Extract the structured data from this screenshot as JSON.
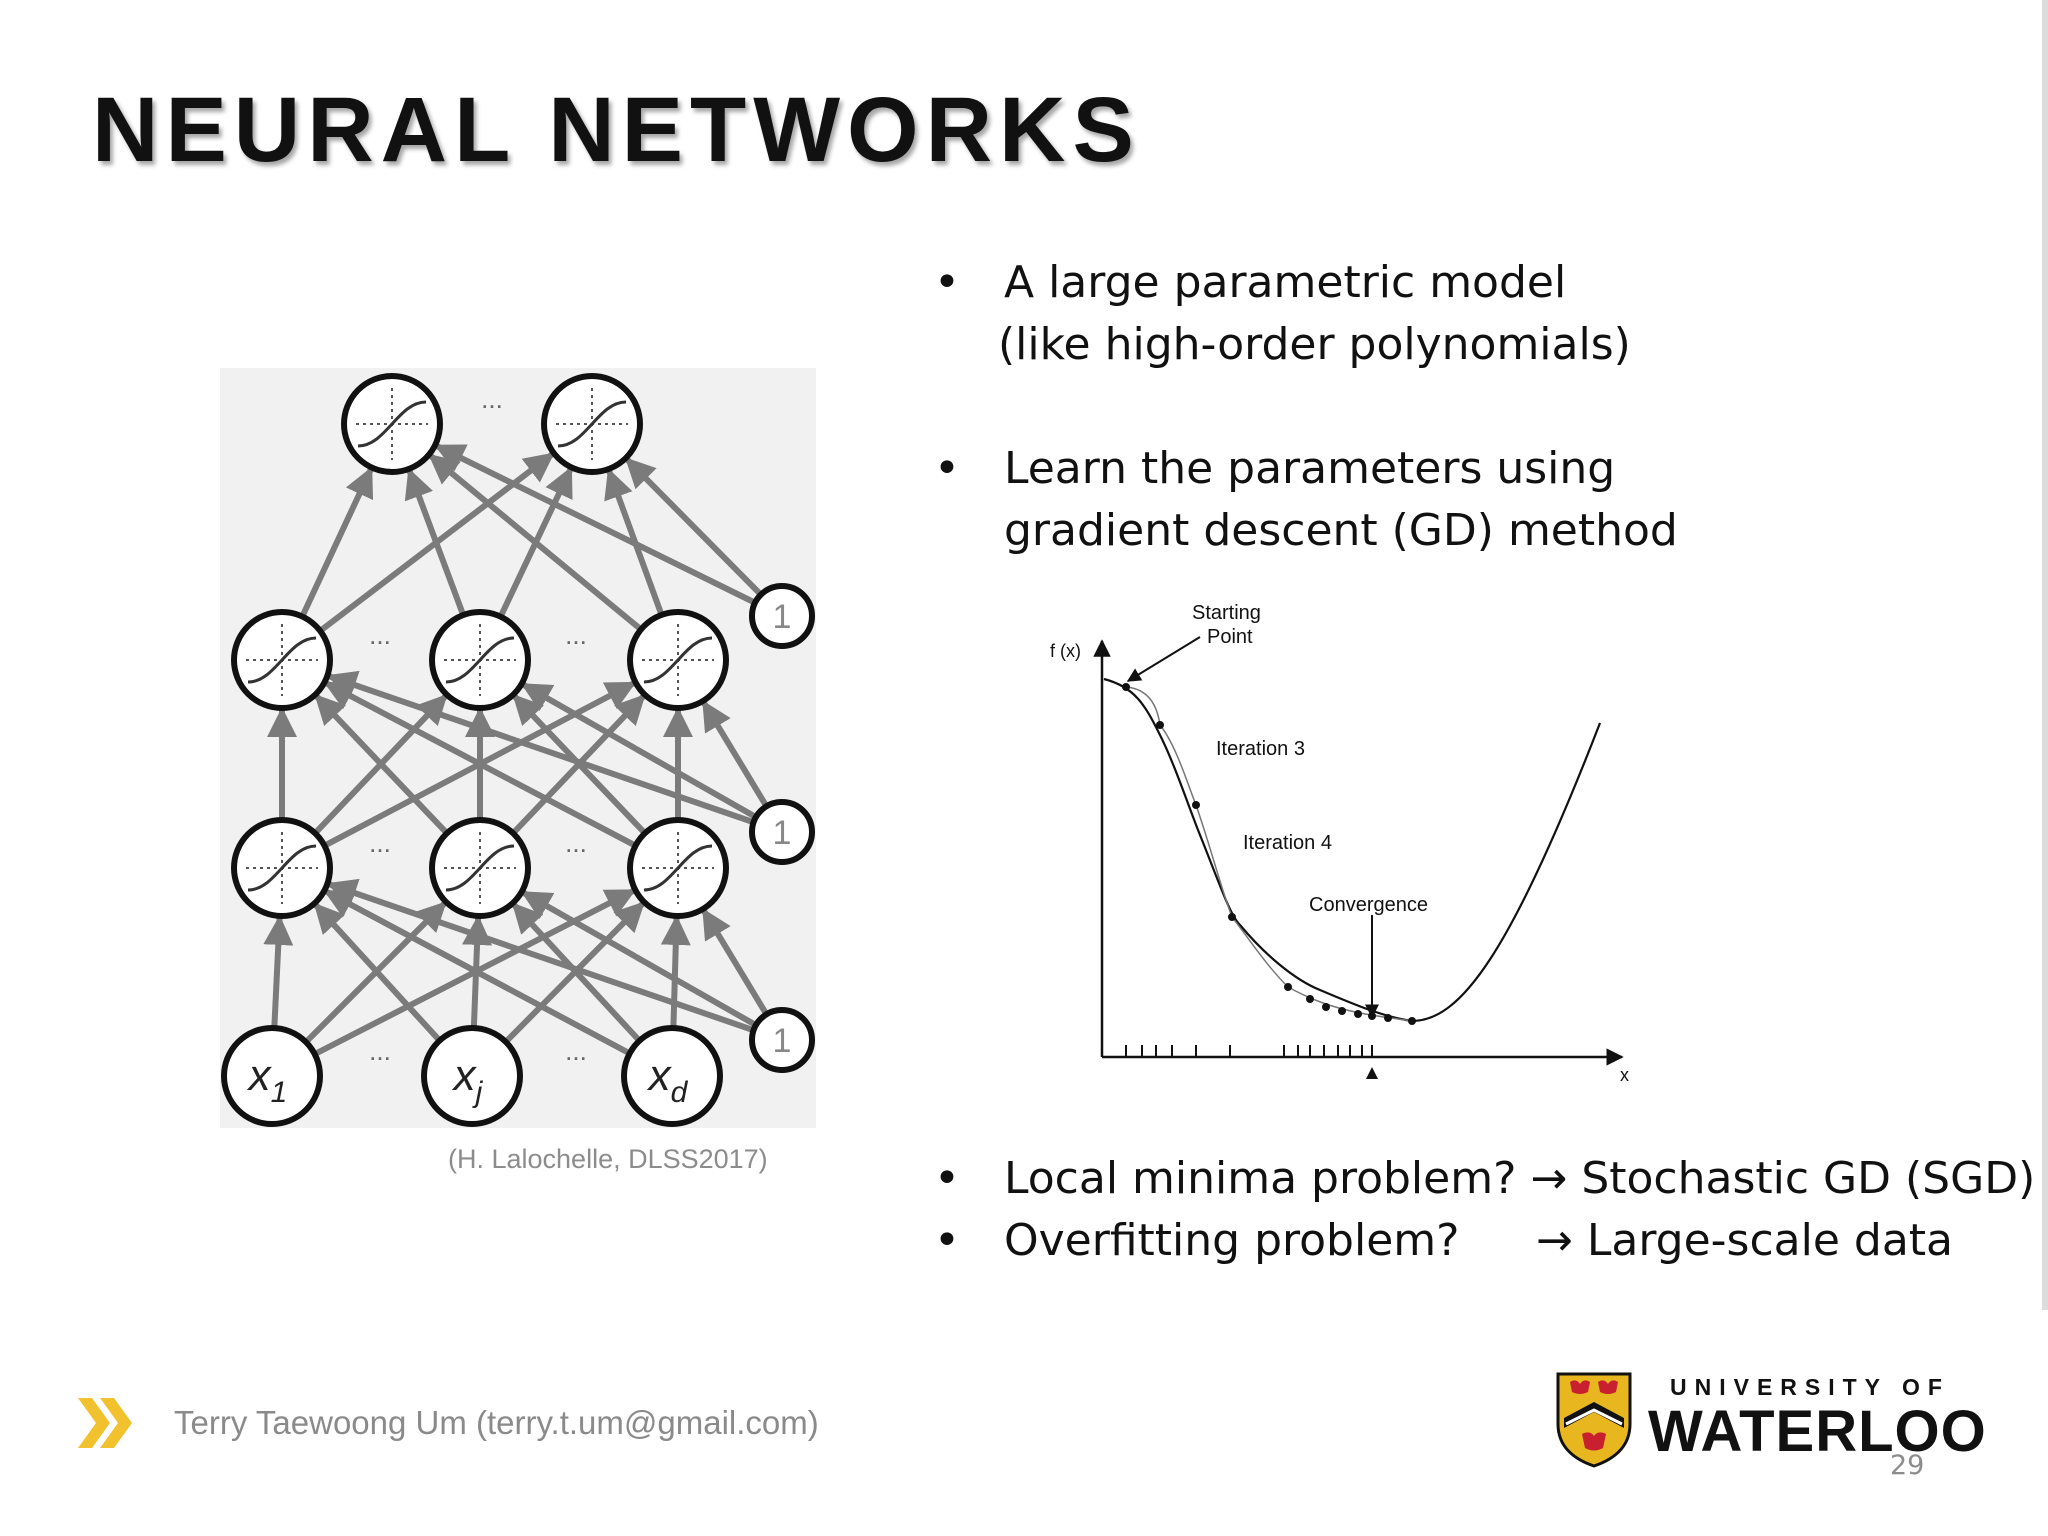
{
  "slide": {
    "title": "NEURAL NETWORKS",
    "page_number": "29"
  },
  "bullets": [
    {
      "lines": [
        "A large parametric model",
        "(like high-order polynomials)"
      ]
    },
    {
      "lines": [
        "Learn the parameters using",
        "gradient descent (GD) method"
      ]
    }
  ],
  "bottom_bullets": [
    {
      "question": "Local minima problem?",
      "arrow": "→",
      "answer": "Stochastic GD (SGD)"
    },
    {
      "question": "Overfitting problem?",
      "arrow": "→",
      "answer": "Large-scale data"
    }
  ],
  "nn_figure": {
    "citation": "(H. Lalochelle, DLSS2017)",
    "ellipsis": "...",
    "bias_label": "1",
    "inputs": [
      {
        "base": "x",
        "sub": "1"
      },
      {
        "base": "x",
        "sub": "j"
      },
      {
        "base": "x",
        "sub": "d"
      }
    ]
  },
  "gd_figure": {
    "y_label": "f (x)",
    "x_label": "x",
    "annotations": {
      "start_line1": "Starting",
      "start_line2": "Point",
      "iter3": "Iteration 3",
      "iter4": "Iteration 4",
      "convergence": "Convergence"
    }
  },
  "footer": {
    "author": "Terry Taewoong Um (terry.t.um@gmail.com)",
    "logo_top": "UNIVERSITY OF",
    "logo_main": "WATERLOO"
  },
  "colors": {
    "title": "#111111",
    "accent_yellow": "#f2c12e",
    "logo_red": "#c8202f",
    "logo_gold": "#e8b61f",
    "footer_gray": "#8a8a8a",
    "figure_bg": "#f1f1f1",
    "arrow_gray": "#7b7b7b"
  },
  "icons": {
    "footer": "double-chevron-right-icon",
    "logo": "waterloo-shield-icon"
  }
}
